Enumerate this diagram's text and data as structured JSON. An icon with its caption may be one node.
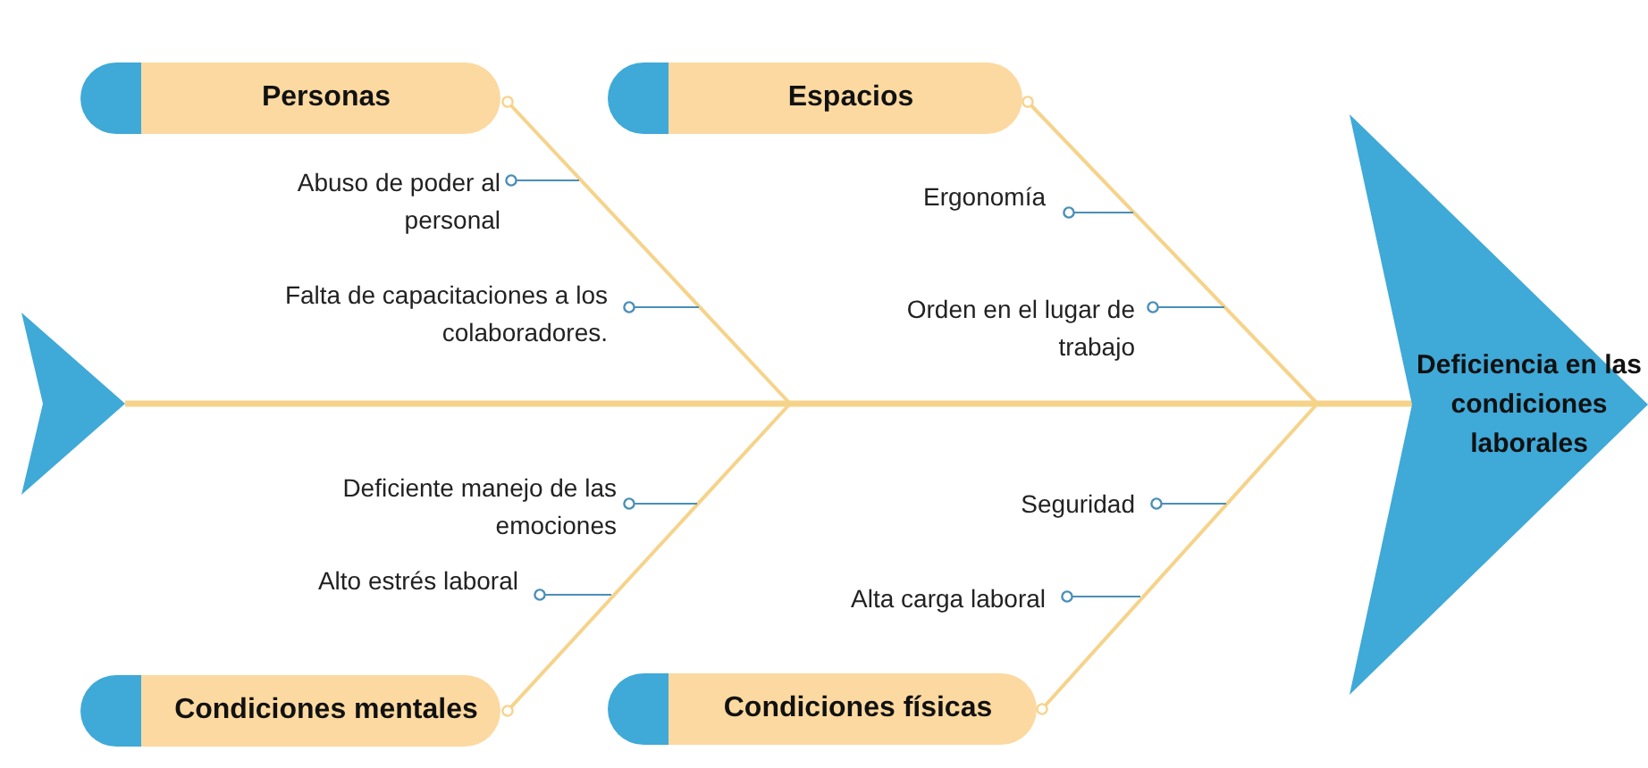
{
  "diagram": {
    "nodes": [
      {
        "text": [
          "Personas"
        ]
      },
      {
        "text": [
          "Espacios"
        ]
      },
      {
        "text": [
          "Condiciones mentales"
        ]
      },
      {
        "text": [
          "Condiciones físicas"
        ]
      },
      {
        "text": [
          "Deficiencia en las condiciones laborales"
        ]
      },
      {
        "text": [],
        "shape": "triangle"
      },
      {
        "text": [
          "Abuso de poder al personal"
        ]
      },
      {
        "text": [
          "Falta de capacitaciones a los colaboradores."
        ]
      },
      {
        "text": [
          "Ergonomía"
        ]
      },
      {
        "text": [
          "Orden en el lugar de trabajo"
        ]
      },
      {
        "text": [
          "Deficiente manejo de las emociones"
        ]
      },
      {
        "text": [
          "Alto estrés laboral"
        ]
      },
      {
        "text": [
          "Seguridad"
        ]
      },
      {
        "text": [
          "Alta carga laboral"
        ]
      }
    ],
    "edges": [
      {
        "from": 5,
        "to": 4,
        "arrow": "none",
        "style": "thick",
        "color": "#f6d38a"
      },
      {
        "from": 0,
        "to": null,
        "arrow": "other",
        "color": "#f6d38a"
      },
      {
        "from": 1,
        "to": null,
        "arrow": "other",
        "color": "#f6d38a"
      },
      {
        "from": 2,
        "to": null,
        "arrow": "other",
        "color": "#f6d38a"
      },
      {
        "from": 3,
        "to": null,
        "arrow": "other",
        "color": "#f6d38a"
      },
      {
        "from": 6,
        "to": null,
        "arrow": "other"
      },
      {
        "from": 7,
        "to": null,
        "arrow": "other"
      },
      {
        "from": 8,
        "to": null,
        "arrow": "other"
      },
      {
        "from": 9,
        "to": null,
        "arrow": "other"
      },
      {
        "from": 10,
        "to": null,
        "arrow": "other"
      },
      {
        "from": 11,
        "to": null,
        "arrow": "other"
      },
      {
        "from": 12,
        "to": null,
        "arrow": "other"
      },
      {
        "from": 13,
        "to": null,
        "arrow": "other"
      }
    ]
  }
}
